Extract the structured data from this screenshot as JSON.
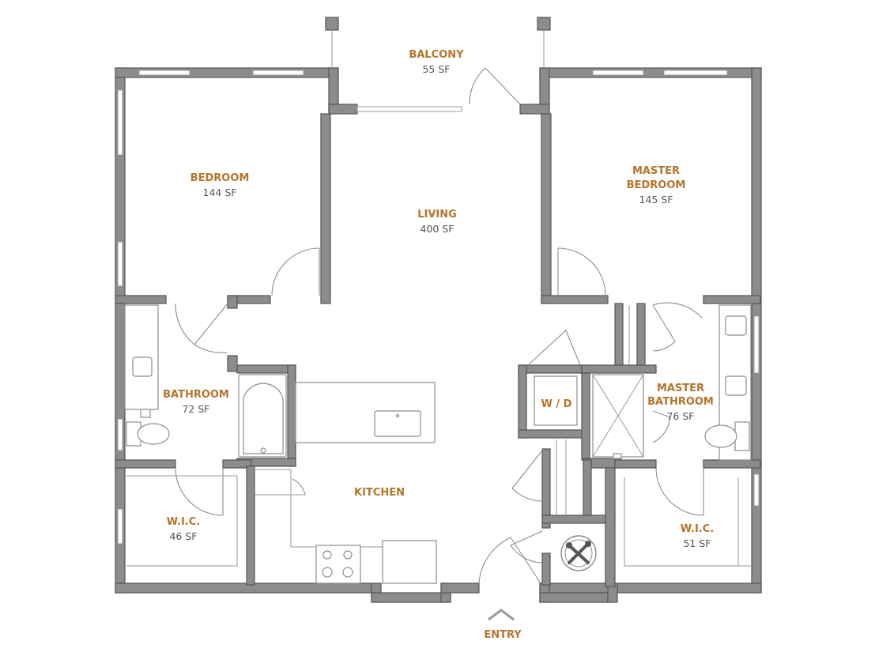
{
  "rooms": {
    "balcony": {
      "name": "BALCONY",
      "area": "55 SF"
    },
    "bedroom": {
      "name": "BEDROOM",
      "area": "144 SF"
    },
    "living": {
      "name": "LIVING",
      "area": "400 SF"
    },
    "master_bedroom": {
      "name_line1": "MASTER",
      "name_line2": "BEDROOM",
      "area": "145 SF"
    },
    "bathroom": {
      "name": "BATHROOM",
      "area": "72 SF"
    },
    "master_bathroom": {
      "name_line1": "MASTER",
      "name_line2": "BATHROOM",
      "area": "76 SF"
    },
    "wd": {
      "name": "W / D"
    },
    "kitchen": {
      "name": "KITCHEN"
    },
    "wic_left": {
      "name": "W.I.C.",
      "area": "46 SF"
    },
    "wic_right": {
      "name": "W.I.C.",
      "area": "51 SF"
    }
  },
  "entry": {
    "label": "ENTRY"
  },
  "icons": [
    "utility-tools-icon",
    "entry-arrow-icon",
    "sink-icon",
    "toilet-icon",
    "bathtub-icon",
    "shower-icon",
    "cooktop-icon"
  ],
  "colors": {
    "label": "#b5742a",
    "area": "#555555",
    "wall": "#8c8c8c"
  }
}
